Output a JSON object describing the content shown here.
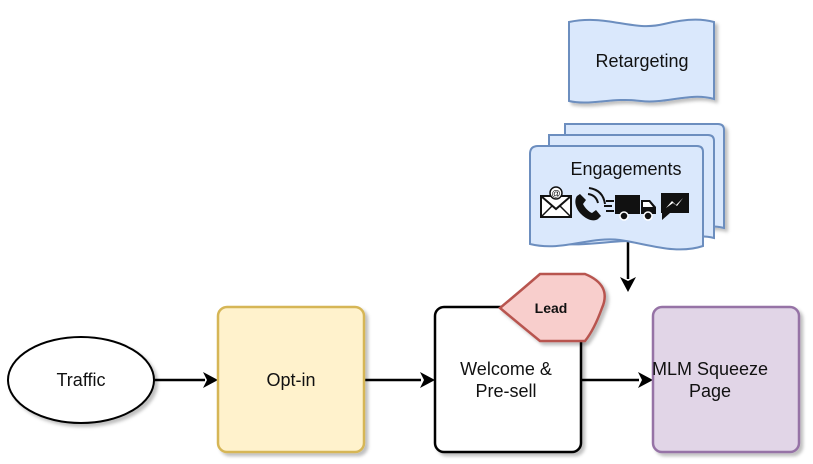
{
  "nodes": {
    "traffic": {
      "label": "Traffic"
    },
    "optin": {
      "label": "Opt-in"
    },
    "welcome": {
      "line1": "Welcome &",
      "line2": "Pre-sell"
    },
    "squeeze": {
      "line1": "MLM Squeeze",
      "line2": "Page"
    },
    "retargeting": {
      "label": "Retargeting"
    },
    "engagements": {
      "label": "Engagements",
      "icons": [
        "email-icon",
        "phone-call-icon",
        "delivery-truck-icon",
        "messenger-icon"
      ]
    },
    "lead": {
      "label": "Lead"
    }
  },
  "colors": {
    "traffic_fill": "#ffffff",
    "optin_fill": "#fff2cc",
    "optin_stroke": "#d6b656",
    "welcome_fill": "#ffffff",
    "squeeze_fill": "#e1d5e7",
    "squeeze_stroke": "#9673a6",
    "blue_fill": "#dae8fc",
    "blue_stroke": "#6c8ebf",
    "lead_fill": "#f8cecc",
    "lead_stroke": "#b85450"
  }
}
